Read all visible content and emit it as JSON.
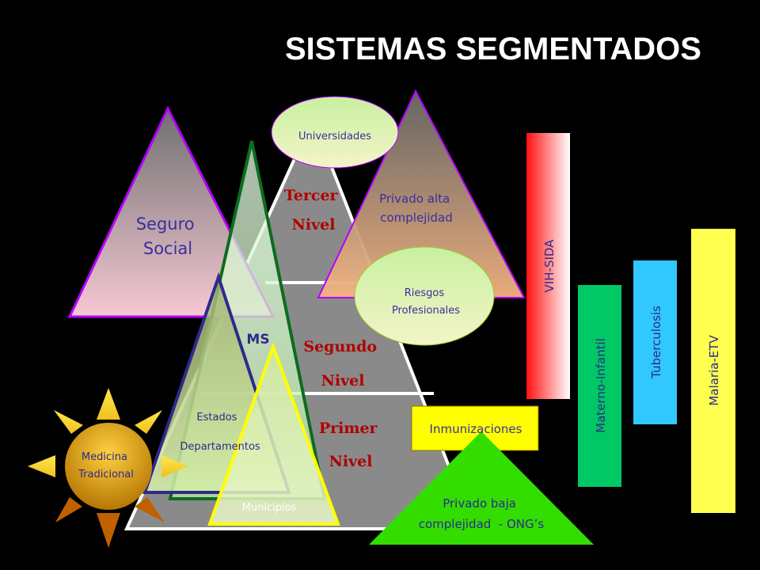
{
  "title": "SISTEMAS SEGMENTADOS",
  "pyramid": {
    "tercer": [
      "Tercer",
      "Nivel"
    ],
    "segundo": [
      "Segundo",
      "Nivel"
    ],
    "primer": [
      "Primer",
      "Nivel"
    ]
  },
  "seguro_social": [
    "Seguro",
    "Social"
  ],
  "universidades": "Universidades",
  "privado_alta": [
    "Privado alta",
    "complejidad"
  ],
  "riesgos": [
    "Riesgos",
    "Profesionales"
  ],
  "ms": "MS",
  "estados": [
    "Estados",
    "Departamentos"
  ],
  "municipios": "Municipios",
  "medicina": [
    "Medicina",
    "Tradicional"
  ],
  "inmunizaciones": "Inmunizaciones",
  "privado_baja": [
    "Privado baja",
    "complejidad  - ONG’s"
  ],
  "programs": {
    "vih": "VIH-SIDA",
    "materno": "Materno-Infantil",
    "tuberculosis": "Tuberculosis",
    "malaria": "Malaria-ETV"
  },
  "colors": {
    "background": "#000000",
    "pyramid": "#8a8a8a",
    "seguro_border": "#b400ff",
    "ms_border": "#0b6d1e",
    "estados_border": "#2e2a8c",
    "municipios_border": "#ffff00",
    "vih": "#ff2020",
    "materno": "#00c864",
    "tuberculosis": "#30c8ff",
    "malaria": "#ffff50",
    "privado_baja": "#33dd00"
  }
}
